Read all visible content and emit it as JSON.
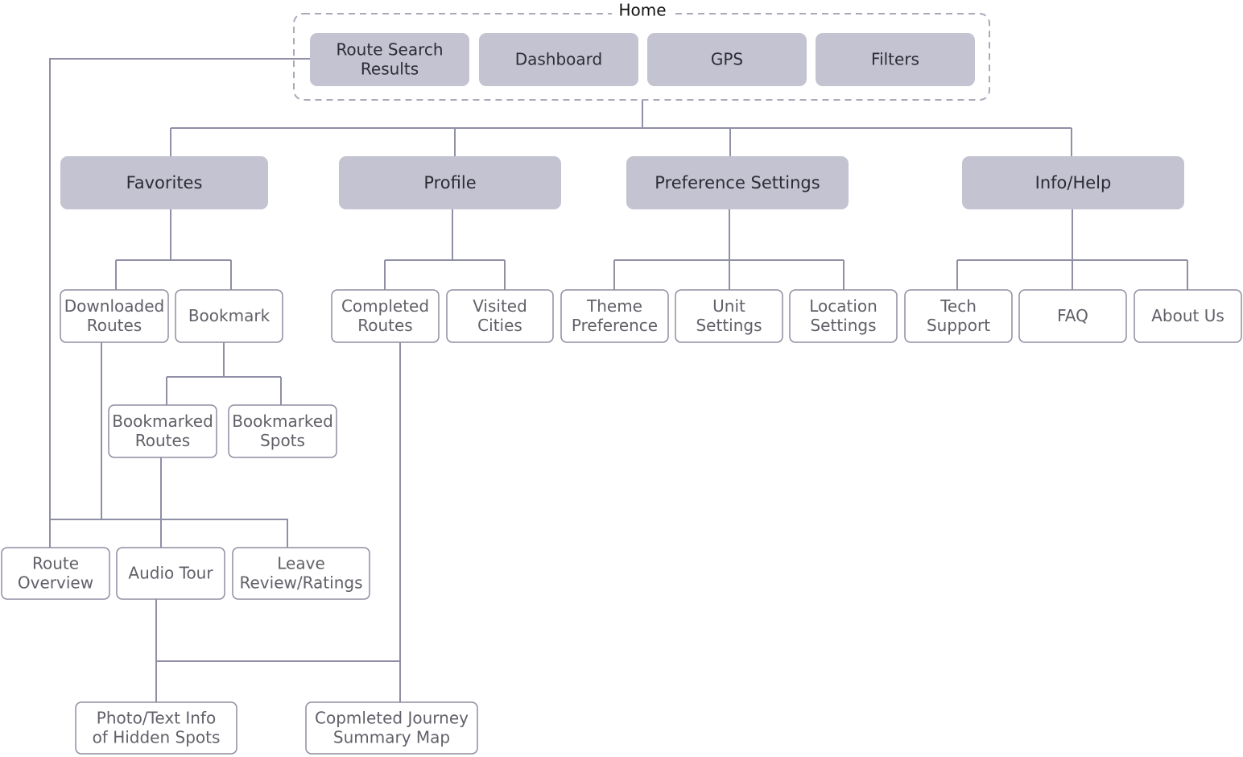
{
  "home": {
    "label": "Home"
  },
  "home_items": [
    {
      "id": "route-search-results",
      "lines": [
        "Route Search",
        "Results"
      ]
    },
    {
      "id": "dashboard",
      "lines": [
        "Dashboard"
      ]
    },
    {
      "id": "gps",
      "lines": [
        "GPS"
      ]
    },
    {
      "id": "filters",
      "lines": [
        "Filters"
      ]
    }
  ],
  "categories": [
    {
      "id": "favorites",
      "lines": [
        "Favorites"
      ]
    },
    {
      "id": "profile",
      "lines": [
        "Profile"
      ]
    },
    {
      "id": "preference-settings",
      "lines": [
        "Preference Settings"
      ]
    },
    {
      "id": "info-help",
      "lines": [
        "Info/Help"
      ]
    }
  ],
  "pages": [
    {
      "id": "downloaded-routes",
      "lines": [
        "Downloaded",
        "Routes"
      ]
    },
    {
      "id": "bookmark",
      "lines": [
        "Bookmark"
      ]
    },
    {
      "id": "completed-routes",
      "lines": [
        "Completed",
        "Routes"
      ]
    },
    {
      "id": "visited-cities",
      "lines": [
        "Visited",
        "Cities"
      ]
    },
    {
      "id": "theme-preference",
      "lines": [
        "Theme",
        "Preference"
      ]
    },
    {
      "id": "unit-settings",
      "lines": [
        "Unit",
        "Settings"
      ]
    },
    {
      "id": "location-settings",
      "lines": [
        "Location",
        "Settings"
      ]
    },
    {
      "id": "tech-support",
      "lines": [
        "Tech",
        "Support"
      ]
    },
    {
      "id": "faq",
      "lines": [
        "FAQ"
      ]
    },
    {
      "id": "about-us",
      "lines": [
        "About Us"
      ]
    },
    {
      "id": "bookmarked-routes",
      "lines": [
        "Bookmarked",
        "Routes"
      ]
    },
    {
      "id": "bookmarked-spots",
      "lines": [
        "Bookmarked",
        "Spots"
      ]
    },
    {
      "id": "route-overview",
      "lines": [
        "Route",
        "Overview"
      ]
    },
    {
      "id": "audio-tour",
      "lines": [
        "Audio Tour"
      ]
    },
    {
      "id": "leave-review-ratings",
      "lines": [
        "Leave",
        "Review/Ratings"
      ]
    },
    {
      "id": "photo-text-info",
      "lines": [
        "Photo/Text Info",
        "of Hidden Spots"
      ]
    },
    {
      "id": "completed-journey-summary-map",
      "lines": [
        "Copmleted Journey",
        "Summary Map"
      ]
    }
  ]
}
